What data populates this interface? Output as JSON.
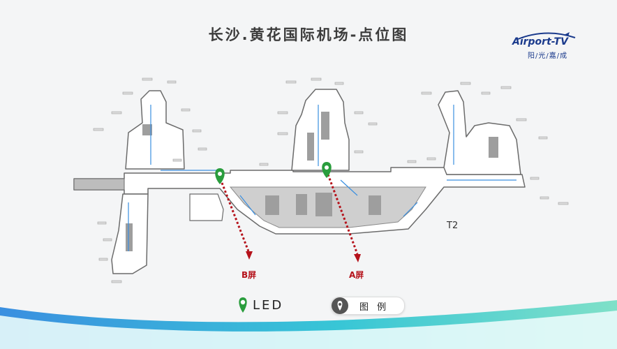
{
  "title": "长沙.黄花国际机场-点位图",
  "logo": {
    "name": "Airport-TV",
    "tagline": "阳/光/嘉/成"
  },
  "terminal_label": "T2",
  "screens": [
    {
      "id": "B",
      "label": "B屏"
    },
    {
      "id": "A",
      "label": "A屏"
    }
  ],
  "legend": {
    "led_label": "LED",
    "button_label": "图 例"
  },
  "colors": {
    "pin_green": "#2a9d3d",
    "arrow_red": "#b5121b",
    "brand_blue": "#1a3a8c",
    "wave_teal": "#38c6d6",
    "wave_blue": "#3a8fe0"
  }
}
